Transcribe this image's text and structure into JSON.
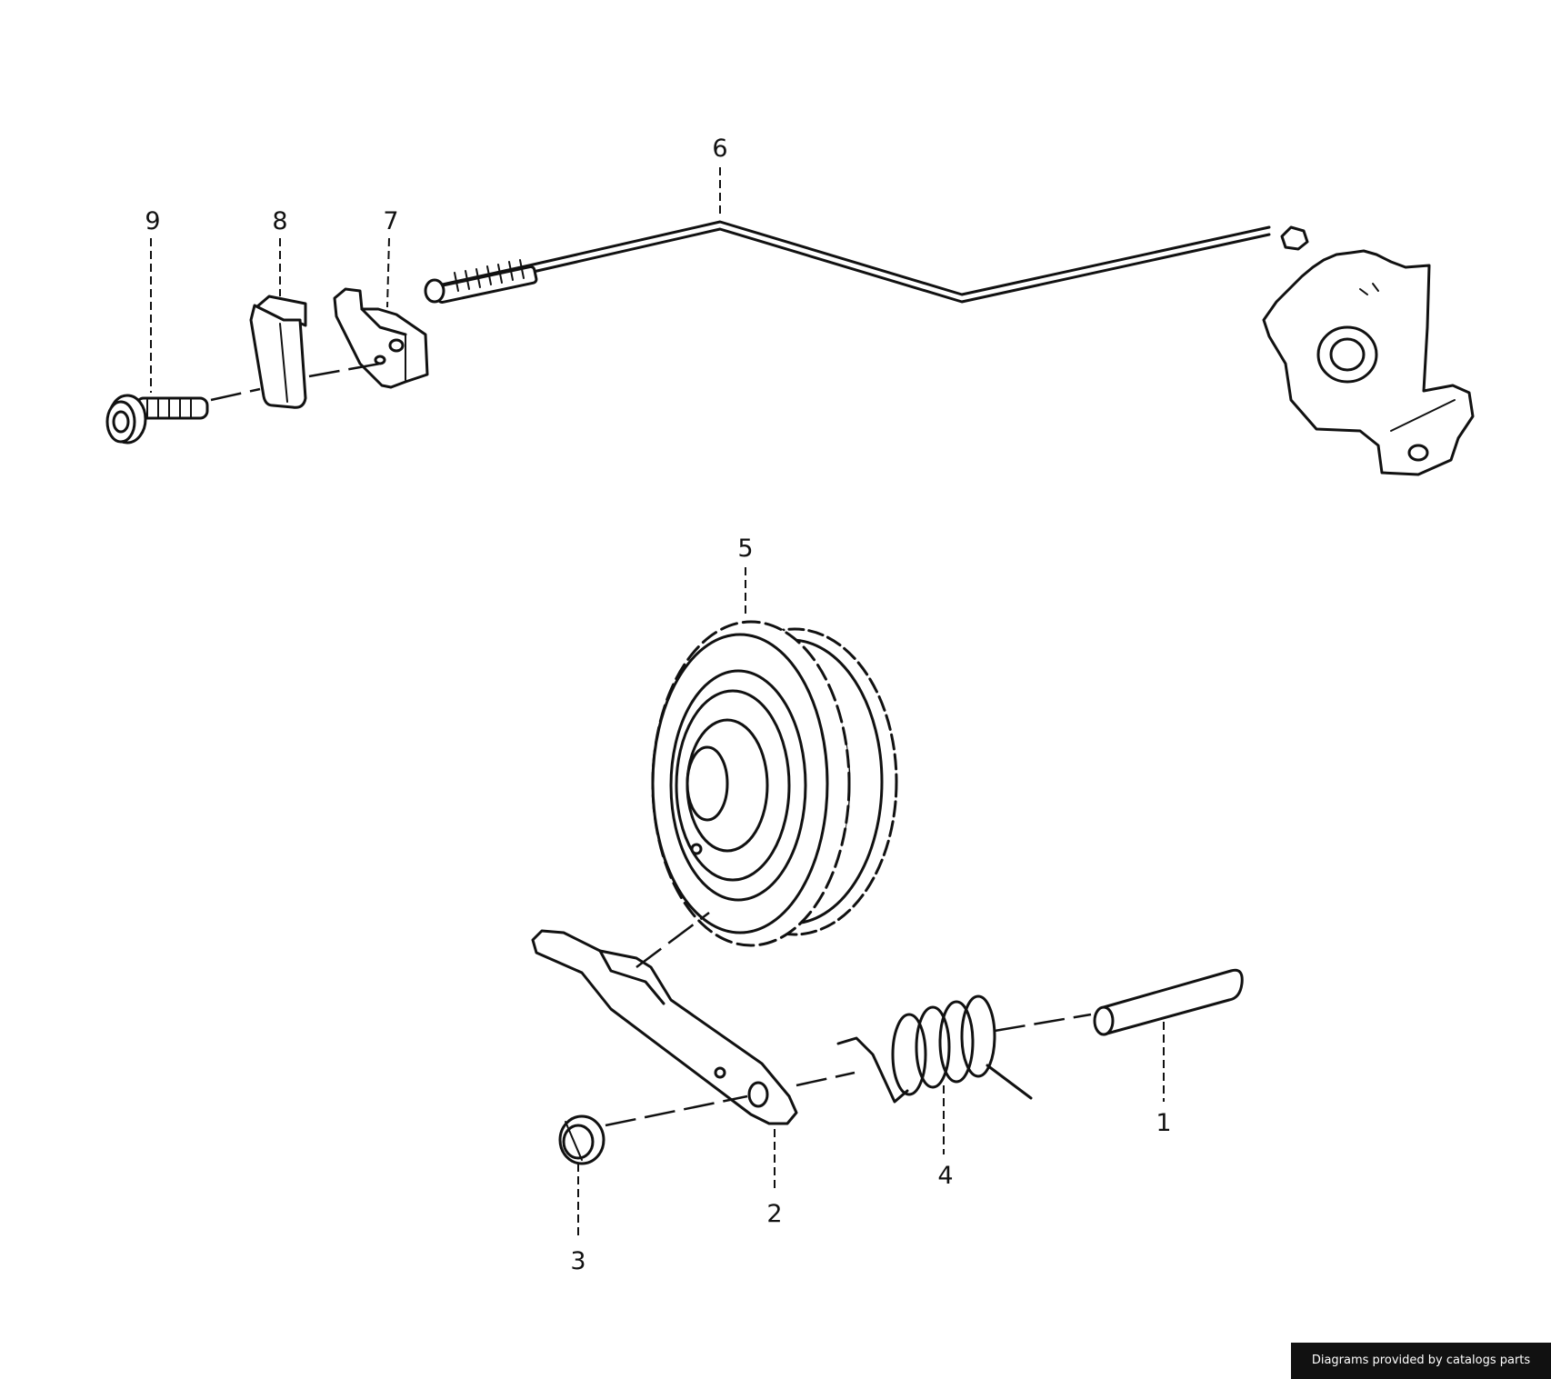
{
  "parts": [
    {
      "number": "1"
    },
    {
      "number": "2"
    },
    {
      "number": "3"
    },
    {
      "number": "4"
    },
    {
      "number": "5"
    },
    {
      "number": "6"
    },
    {
      "number": "7"
    },
    {
      "number": "8"
    },
    {
      "number": "9"
    }
  ],
  "credit": "Diagrams provided by catalogs parts"
}
